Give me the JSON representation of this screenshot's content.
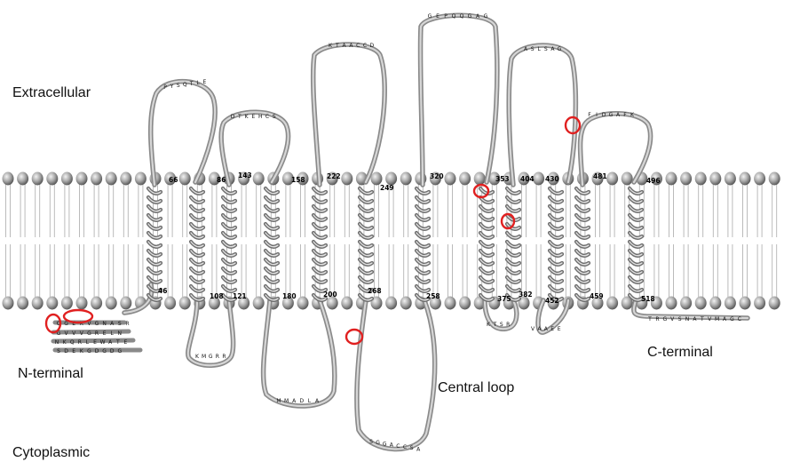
{
  "regions": {
    "extracellular": "Extracellular",
    "cytoplasmic": "Cytoplasmic",
    "n_terminal": "N-terminal",
    "c_terminal": "C-terminal",
    "central_loop": "Central loop"
  },
  "position_labels": [
    "66",
    "46",
    "86",
    "108",
    "143",
    "121",
    "158",
    "180",
    "222",
    "200",
    "249",
    "268",
    "320",
    "258",
    "353",
    "375",
    "404",
    "382",
    "430",
    "452",
    "481",
    "459",
    "496",
    "518"
  ],
  "loop_sequences": {
    "n_terminal_1": "QGEKVGNASR",
    "n_terminal_2": "GVVVGRELN",
    "n_terminal_3": "NKQRLEWATE",
    "n_terminal_4": "SDEKGDGDG",
    "e1": "PYSQTLE",
    "e2": "DTKEHCS",
    "e3": "KTAACCD",
    "e4": "GEPQQGAG",
    "e5": "ASLSAG",
    "e6": "FIDGAFK",
    "c1": "KMGRR",
    "c2": "MMADLA",
    "c3": "SGGACCSA",
    "c4": "KTSR",
    "c5": "VAAEE",
    "c_terminal": "TRGVSNATVMAGC"
  },
  "highlight_color": "#e02020"
}
